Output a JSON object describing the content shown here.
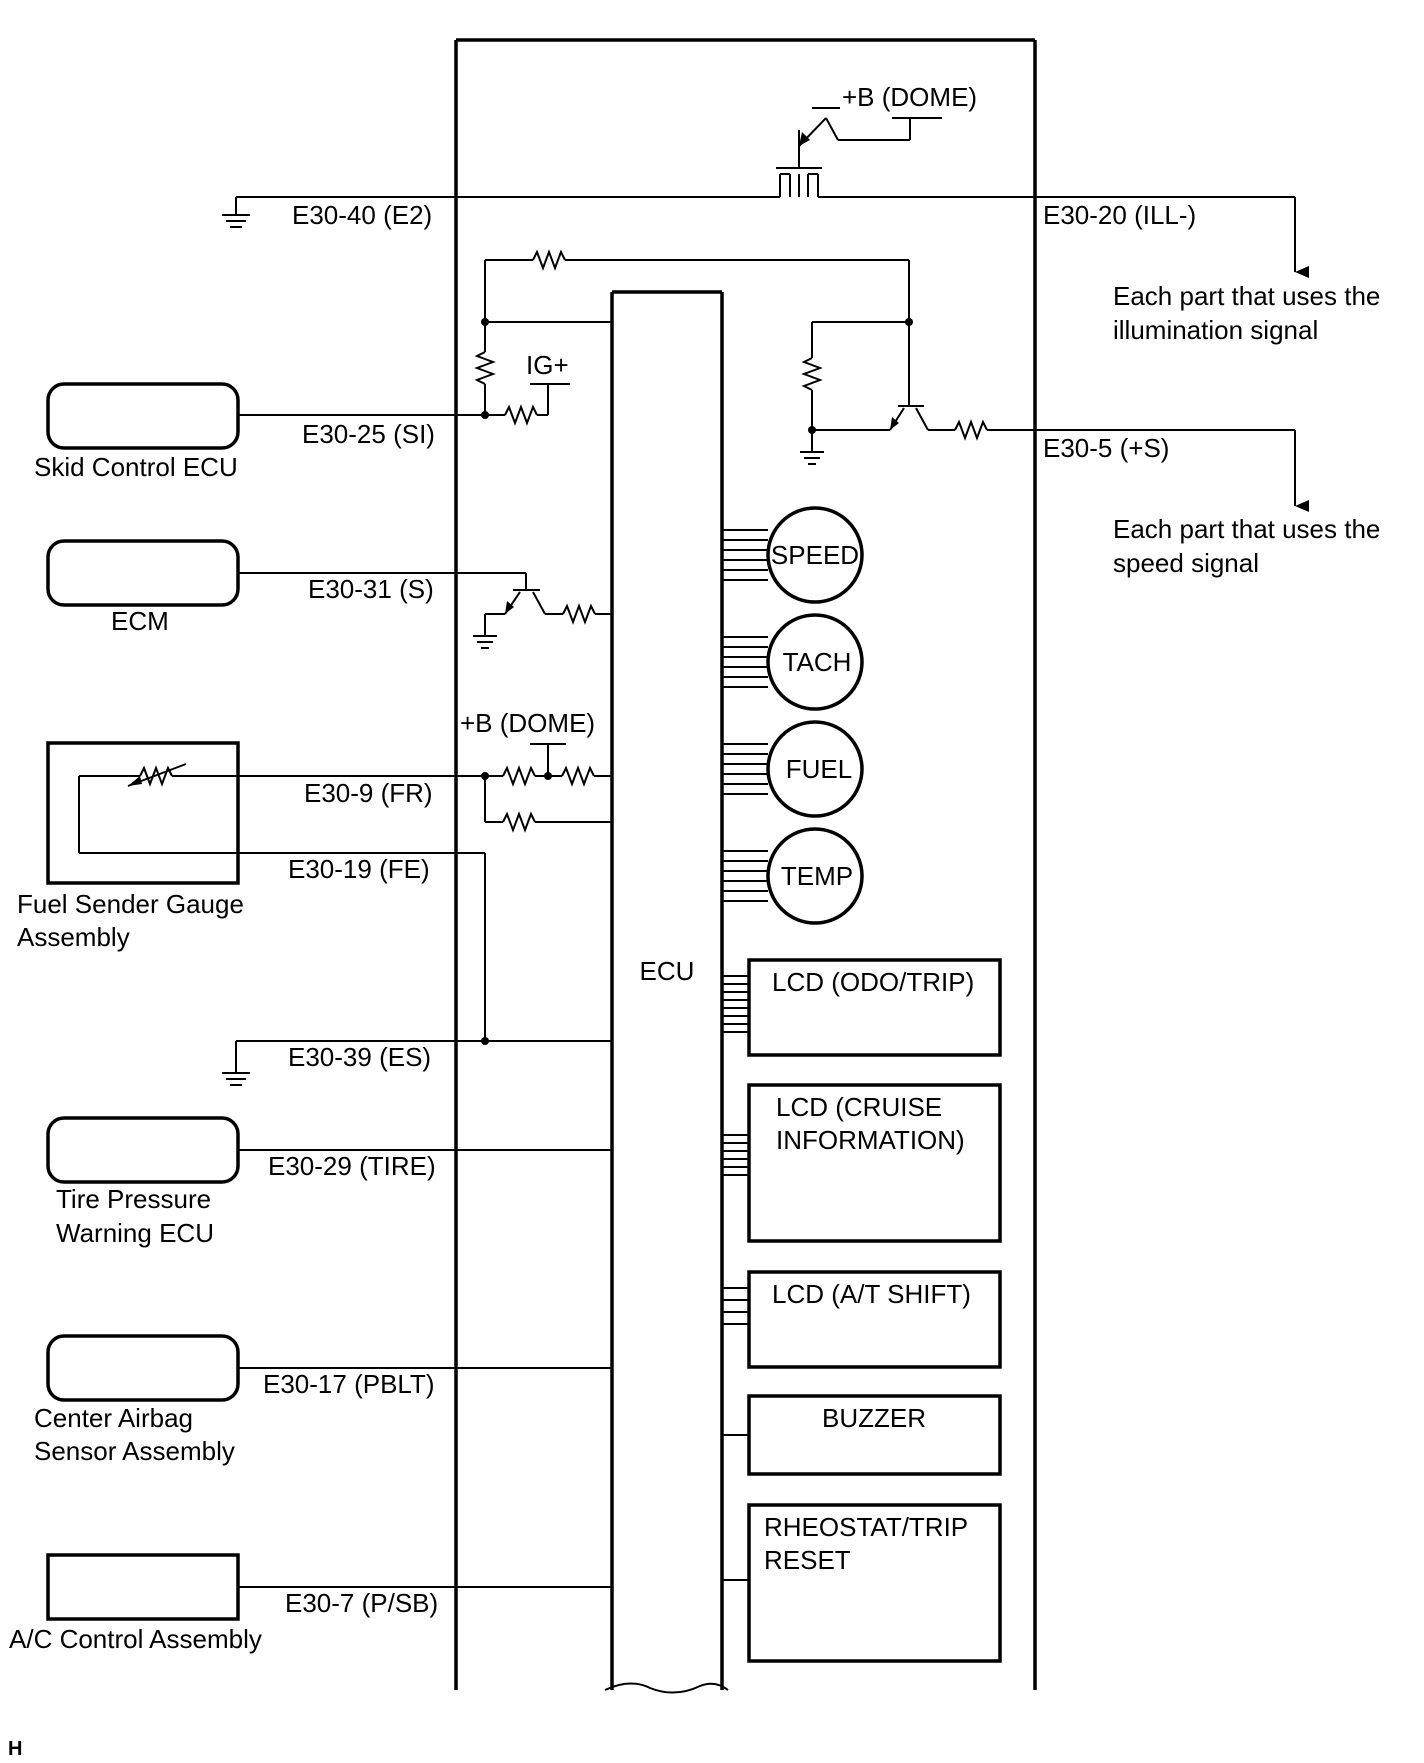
{
  "components": {
    "skid": "Skid Control ECU",
    "ecm": "ECM",
    "fuel_sender_line1": "Fuel Sender Gauge",
    "fuel_sender_line2": "Assembly",
    "tire_line1": "Tire Pressure",
    "tire_line2": "Warning ECU",
    "airbag_line1": "Center Airbag",
    "airbag_line2": "Sensor Assembly",
    "ac": "A/C Control Assembly"
  },
  "terminals": {
    "e2": "E30-40 (E2)",
    "ill": "E30-20 (ILL-)",
    "si": "E30-25 (SI)",
    "plus_s": "E30-5 (+S)",
    "s": "E30-31 (S)",
    "fr": "E30-9 (FR)",
    "fe": "E30-19 (FE)",
    "es": "E30-39 (ES)",
    "tire": "E30-29 (TIRE)",
    "pblt": "E30-17 (PBLT)",
    "psb": "E30-7 (P/SB)"
  },
  "supplies": {
    "dome_top": "+B (DOME)",
    "ig": "IG+",
    "dome_mid": "+B (DOME)"
  },
  "outputs": {
    "illum_line1": "Each part that uses the",
    "illum_line2": "illumination signal",
    "speed_line1": "Each part that uses the",
    "speed_line2": "speed signal"
  },
  "ecu_label": "ECU",
  "gauges": [
    "SPEED",
    "TACH",
    "FUEL",
    "TEMP"
  ],
  "displays": {
    "lcd_odo": "LCD (ODO/TRIP)",
    "lcd_cruise_line1": "LCD (CRUISE",
    "lcd_cruise_line2": "INFORMATION)",
    "lcd_at": "LCD (A/T SHIFT)",
    "buzzer": "BUZZER",
    "rheo_line1": "RHEOSTAT/TRIP",
    "rheo_line2": "RESET"
  },
  "corner_mark": "H"
}
